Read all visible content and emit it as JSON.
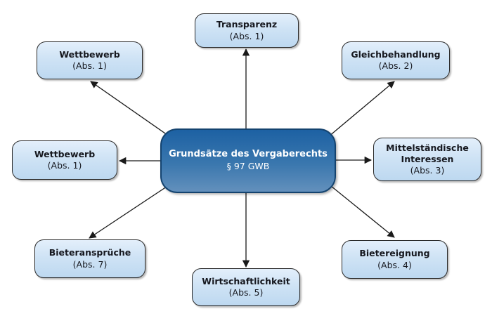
{
  "diagram": {
    "center": {
      "id": "grundsaetze-des-vergaberechts",
      "title": "Grundsätze des Vergaberechts",
      "subtitle": "§ 97 GWB"
    },
    "nodes": [
      {
        "id": "transparenz",
        "position": "top",
        "title": "Transparenz",
        "subtitle": "(Abs. 1)"
      },
      {
        "id": "wettbewerb-upper",
        "position": "upper-left",
        "title": "Wettbewerb",
        "subtitle": "(Abs. 1)"
      },
      {
        "id": "gleichbehandlung",
        "position": "upper-right",
        "title": "Gleichbehandlung",
        "subtitle": "(Abs. 2)"
      },
      {
        "id": "wettbewerb-left",
        "position": "left",
        "title": "Wettbewerb",
        "subtitle": "(Abs. 1)"
      },
      {
        "id": "mittelstaendische-interessen",
        "position": "right",
        "title": "Mittelständische Interessen",
        "subtitle": "(Abs. 3)"
      },
      {
        "id": "bieteransprueche",
        "position": "lower-left",
        "title": "Bieteransprüche",
        "subtitle": "(Abs. 7)"
      },
      {
        "id": "wirtschaftlichkeit",
        "position": "bottom",
        "title": "Wirtschaftlichkeit",
        "subtitle": "(Abs. 5)"
      },
      {
        "id": "bietereignung",
        "position": "lower-right",
        "title": "Bietereignung",
        "subtitle": "(Abs. 4)"
      }
    ],
    "edges": [
      {
        "from": "grundsaetze-des-vergaberechts",
        "to": "transparenz"
      },
      {
        "from": "grundsaetze-des-vergaberechts",
        "to": "wettbewerb-upper"
      },
      {
        "from": "grundsaetze-des-vergaberechts",
        "to": "gleichbehandlung"
      },
      {
        "from": "grundsaetze-des-vergaberechts",
        "to": "wettbewerb-left"
      },
      {
        "from": "grundsaetze-des-vergaberechts",
        "to": "mittelstaendische-interessen"
      },
      {
        "from": "grundsaetze-des-vergaberechts",
        "to": "bieteransprueche"
      },
      {
        "from": "grundsaetze-des-vergaberechts",
        "to": "wirtschaftlichkeit"
      },
      {
        "from": "grundsaetze-des-vergaberechts",
        "to": "bietereignung"
      }
    ],
    "colors": {
      "outer_node_top": "#e3effb",
      "outer_node_bottom": "#bdd8f0",
      "outer_node_border": "#2a2a2a",
      "center_node_top": "#1d61a3",
      "center_node_bottom": "#6390bc",
      "center_node_border": "#14436f",
      "arrow": "#1a1a1a",
      "background": "#ffffff"
    }
  }
}
